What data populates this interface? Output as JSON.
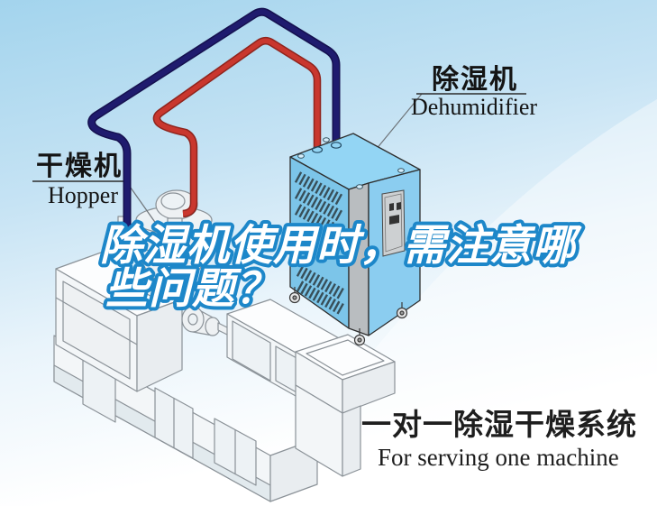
{
  "headline": {
    "line1": "除湿机使用时，需注意哪",
    "line2": "些问题？"
  },
  "labels": {
    "dehumidifier": {
      "zh": "除湿机",
      "en": "Dehumidifier"
    },
    "hopper": {
      "zh": "干燥机",
      "en": "Hopper"
    }
  },
  "caption": {
    "zh": "一对一除湿干燥系统",
    "en": "For serving one machine"
  },
  "colors": {
    "headline_blue": "#1d87c9",
    "pipe_red": "#c9372e",
    "pipe_navy": "#1f1b6e",
    "cabinet_blue": "#7cc5e9",
    "cabinet_blue_light": "#93d5f4",
    "sky_top": "#a3d4ed",
    "text_black": "#141414"
  }
}
